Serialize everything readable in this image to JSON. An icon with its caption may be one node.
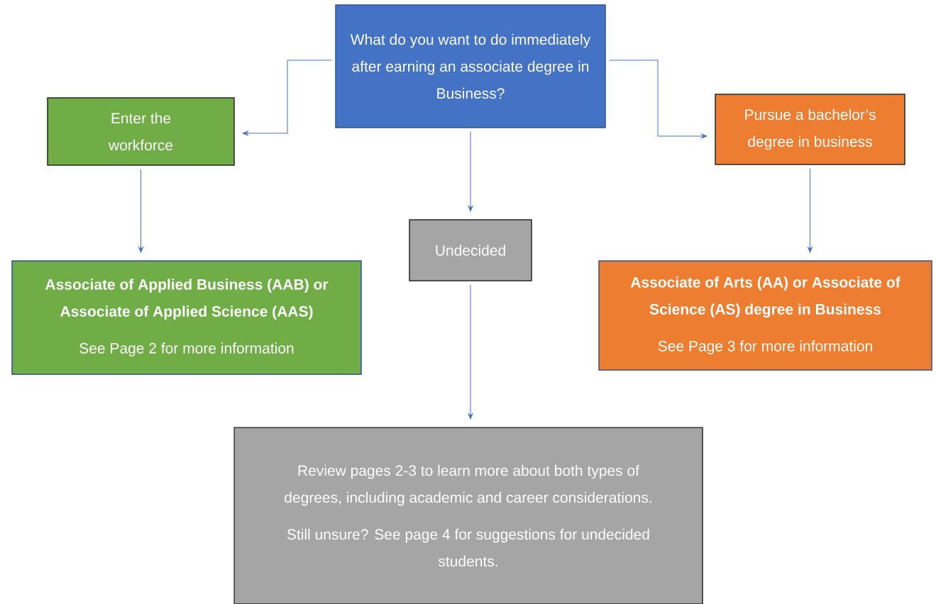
{
  "diagram": {
    "nodes": [
      {
        "text": [
          "What do you want to do immediately after earning an associate degree in Business?"
        ]
      },
      {
        "text": [
          "Enter the workforce"
        ]
      },
      {
        "text": [
          "Pursue a bachelor’s degree in business"
        ]
      },
      {
        "text": [
          "Undecided"
        ]
      },
      {
        "text": [
          "Associate of Applied Business (AAB) or Associate of Applied Science (AAS)",
          "See Page 2 for more information"
        ]
      },
      {
        "text": [
          "Associate of Arts (AA) or Associate of Science (AS) degree in Business",
          "See Page 3 for more information"
        ]
      },
      {
        "text": [
          "Review pages 2-3 to learn more about both types of degrees, including academic and career considerations.",
          "Still unsure? See page 4 for suggestions for undecided students."
        ]
      }
    ],
    "edges": [
      {
        "from": 0,
        "to": 1,
        "arrow": "to"
      },
      {
        "from": 0,
        "to": 2,
        "arrow": "to"
      },
      {
        "from": 0,
        "to": 3,
        "arrow": "to"
      },
      {
        "from": 1,
        "to": 4,
        "arrow": "to"
      },
      {
        "from": 2,
        "to": 5,
        "arrow": "to"
      },
      {
        "from": 3,
        "to": 6,
        "arrow": "to"
      }
    ]
  }
}
